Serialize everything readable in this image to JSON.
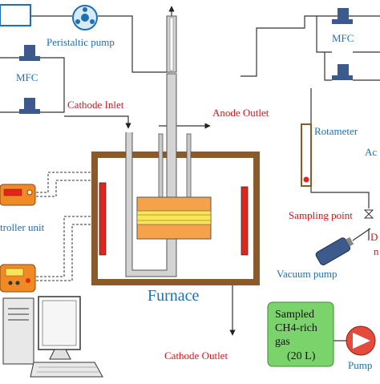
{
  "labels": {
    "peristaltic_pump": "Peristaltic pump",
    "mfc_left": "MFC",
    "mfc_right": "MFC",
    "cathode_inlet": "Cathode Inlet",
    "anode_outlet": "Anode Outlet",
    "rotameter": "Rotameter",
    "act_partial": "Ac",
    "controller_unit": "troller unit",
    "sampling_point": "Sampling point",
    "d_partial": "D",
    "n_partial": "n",
    "vacuum_pump": "Vacuum pump",
    "furnace": "Furnace",
    "cathode_outlet": "Cathode Outlet",
    "sampled_gas_line1": "Sampled",
    "sampled_gas_line2": "CH4-rich",
    "sampled_gas_line3": "gas",
    "sampled_gas_line4": "(20 L)",
    "pump_partial": "Pump"
  },
  "colors": {
    "label_blue": "#1f6fb5",
    "label_red": "#d4161c",
    "furnace_wall": "#8b5a2b",
    "heater": "#e1251b",
    "cell_orange": "#f6a24a",
    "cell_yellow": "#f5e65c",
    "mfc_body": "#3c5a8c",
    "controller": "#f08a24",
    "gas_bag": "#7bd36b",
    "pump_red": "#e54b3c",
    "tube_gray": "#c9c9c9"
  }
}
